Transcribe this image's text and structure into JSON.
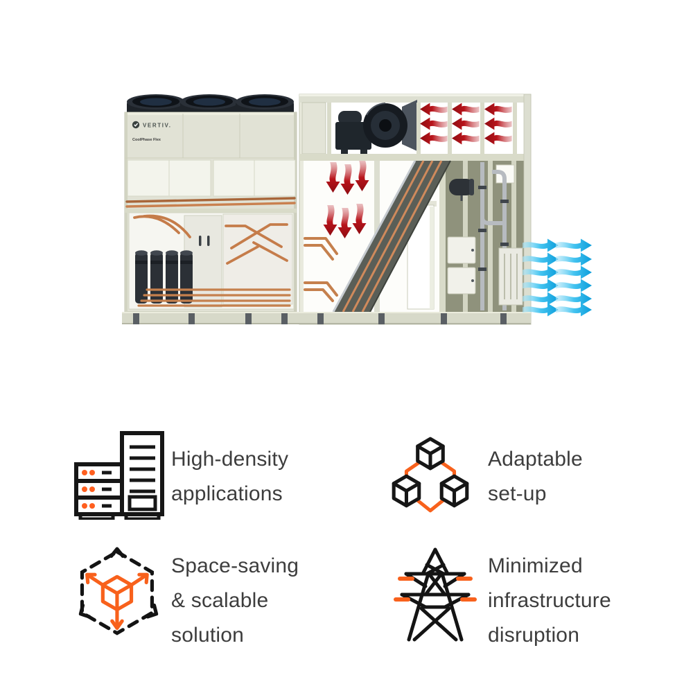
{
  "machine": {
    "brand": "VERTIV.",
    "model": "CoolPhase Flex"
  },
  "colors": {
    "accent_orange": "#f8611c",
    "hot_air_red": "#b5141b",
    "cold_air_blue": "#29b8ec",
    "cabinet_beige": "#e1e2d5",
    "feature_text": "#3d3d3d",
    "icon_stroke": "#161616"
  },
  "features": [
    {
      "icon": "server-rack-icon",
      "lines": [
        "High-density",
        "applications"
      ]
    },
    {
      "icon": "linked-cubes-icon",
      "lines": [
        "Adaptable",
        "set-up"
      ]
    },
    {
      "icon": "scalable-cube-icon",
      "lines": [
        "Space-saving",
        "& scalable",
        "solution"
      ]
    },
    {
      "icon": "transmission-tower-icon",
      "lines": [
        "Minimized",
        "infrastructure",
        "disruption"
      ]
    }
  ]
}
